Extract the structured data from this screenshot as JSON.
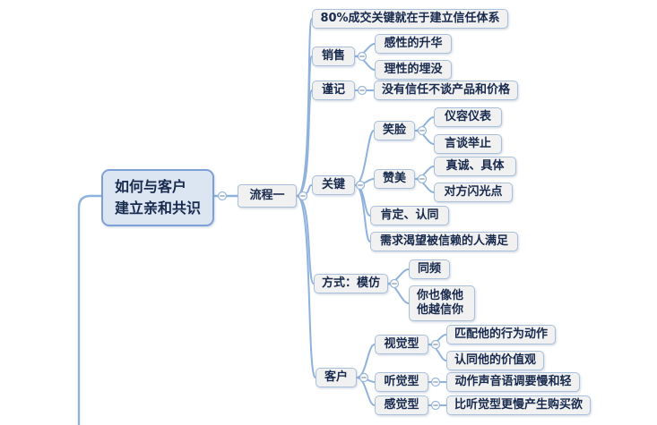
{
  "palette": {
    "line": "#8fb2dc",
    "root_fill": "#dce6f3",
    "root_border": "#7ba1d6",
    "topic_fill": "#f1f1f1",
    "topic_border": "#a9c0da",
    "text": "#17294d",
    "collapse_fill": "#fdfeff",
    "collapse_stroke": "#97b6da",
    "collapse_minus": "#8a98ac"
  },
  "mindmap": {
    "root": {
      "label": "如何与客户\n建立亲和共识",
      "children": [
        {
          "label": "流程一",
          "children": [
            {
              "label": "80%成交关键就在于建立信任体系"
            },
            {
              "label": "销售",
              "children": [
                {
                  "label": "感性的升华"
                },
                {
                  "label": "理性的埋没"
                }
              ]
            },
            {
              "label": "谨记",
              "children": [
                {
                  "label": "没有信任不谈产品和价格"
                }
              ]
            },
            {
              "label": "关键",
              "children": [
                {
                  "label": "笑脸",
                  "children": [
                    {
                      "label": "仪容仪表"
                    },
                    {
                      "label": "言谈举止"
                    }
                  ]
                },
                {
                  "label": "赞美",
                  "children": [
                    {
                      "label": "真诚、具体"
                    },
                    {
                      "label": "对方闪光点"
                    }
                  ]
                },
                {
                  "label": "肯定、认同"
                },
                {
                  "label": "需求渴望被信赖的人满足"
                }
              ]
            },
            {
              "label": "方式：模仿",
              "children": [
                {
                  "label": "同频"
                },
                {
                  "label": "你也像他\n他越信你"
                }
              ]
            },
            {
              "label": "客户",
              "children": [
                {
                  "label": "视觉型",
                  "children": [
                    {
                      "label": "匹配他的行为动作"
                    },
                    {
                      "label": "认同他的价值观"
                    }
                  ]
                },
                {
                  "label": "听觉型",
                  "children": [
                    {
                      "label": "动作声音语调要慢和轻"
                    }
                  ]
                },
                {
                  "label": "感觉型",
                  "children": [
                    {
                      "label": "比听觉型更慢产生购买欲"
                    }
                  ]
                }
              ]
            }
          ]
        }
      ]
    }
  }
}
